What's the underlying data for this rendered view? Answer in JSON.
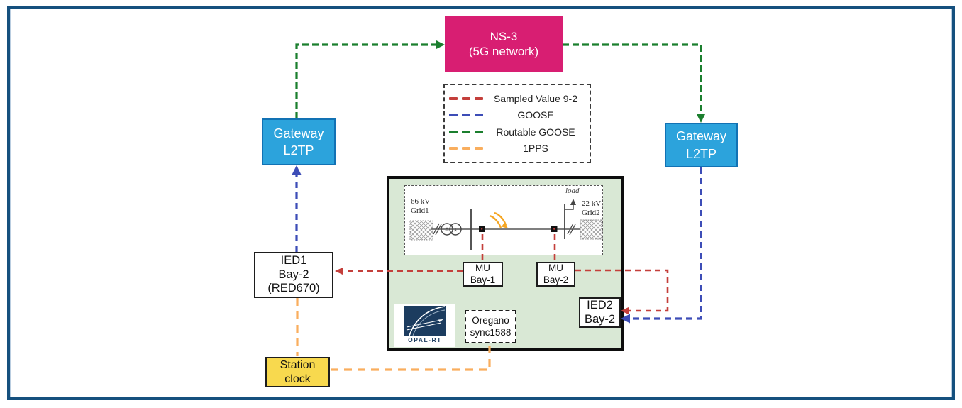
{
  "diagram": {
    "ns3": {
      "line1": "NS-3",
      "line2": "(5G network)"
    },
    "legend": {
      "items": [
        {
          "label": "Sampled Value 9-2",
          "color": "#c43f3b"
        },
        {
          "label": "GOOSE",
          "color": "#3d4db7"
        },
        {
          "label": "Routable GOOSE",
          "color": "#1b7f2e"
        },
        {
          "label": "1PPS",
          "color": "#f9ae5e"
        }
      ]
    },
    "gateway_left": {
      "line1": "Gateway",
      "line2": "L2TP"
    },
    "gateway_right": {
      "line1": "Gateway",
      "line2": "L2TP"
    },
    "ied1": {
      "line1": "IED1",
      "line2": "Bay-2",
      "line3": "(RED670)"
    },
    "ied2": {
      "line1": "IED2",
      "line2": "Bay-2"
    },
    "mu1": {
      "line1": "MU",
      "line2": "Bay-1"
    },
    "mu2": {
      "line1": "MU",
      "line2": "Bay-2"
    },
    "oregano": {
      "line1": "Oregano",
      "line2": "sync1588"
    },
    "station_clock": {
      "line1": "Station",
      "line2": "clock"
    },
    "grid": {
      "grid1_line1": "66 kV",
      "grid1_line2": "Grid1",
      "grid2_line1": "22 kV",
      "grid2_line2": "Grid2",
      "load_label": "load"
    },
    "opal_rt": {
      "label": "OPAL-RT"
    },
    "colors": {
      "frame_border": "#15507e",
      "ns3_bg": "#d81e72",
      "gateway_bg": "#2ca3dc",
      "gateway_border": "#1272b4",
      "green_panel_bg": "#d9e8d5",
      "station_clock_bg": "#f8d94e",
      "sampled_value": "#c43f3b",
      "goose": "#3d4db7",
      "routable_goose": "#1b7f2e",
      "pps": "#f9ae5e",
      "fault": "#f5a623",
      "opal_navy": "#1c3c5f"
    }
  }
}
